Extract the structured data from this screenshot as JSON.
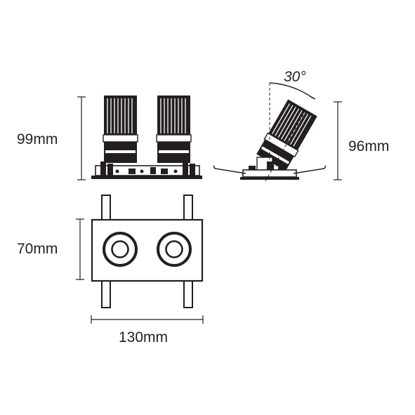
{
  "dimensions": {
    "front_height": "99mm",
    "side_height": "96mm",
    "tilt_angle": "30°",
    "top_depth": "70mm",
    "top_width": "130mm"
  },
  "colors": {
    "ink": "#231f20",
    "body_fill": "#231f20",
    "background": "#ffffff"
  }
}
